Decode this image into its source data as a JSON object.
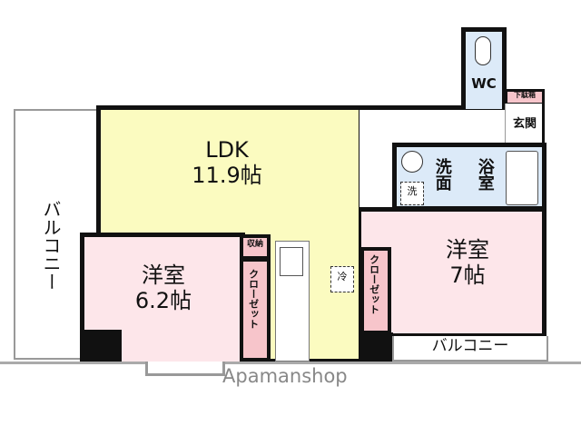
{
  "rooms": {
    "ldk": {
      "name": "LDK",
      "size": "11.9帖"
    },
    "western_room_1": {
      "name": "洋室",
      "size": "6.2帖"
    },
    "western_room_2": {
      "name": "洋室",
      "size": "7帖"
    },
    "wc": "WC",
    "washroom": "洗面",
    "bathroom": "浴室",
    "entrance": "玄関",
    "shoe_box": "下駄箱",
    "storage": "収納",
    "closet_1": "クローゼット",
    "closet_2": "クローゼット",
    "fridge": "冷",
    "washer": "洗",
    "balcony_left": "バルコニー",
    "balcony_right": "バルコニー"
  },
  "watermark": "Apamanshop",
  "colors": {
    "ldk": "#fbfbc0",
    "western": "#fde6ea",
    "wet": "#dceaf8",
    "closet": "#f7c5cb",
    "wall": "#111111"
  }
}
